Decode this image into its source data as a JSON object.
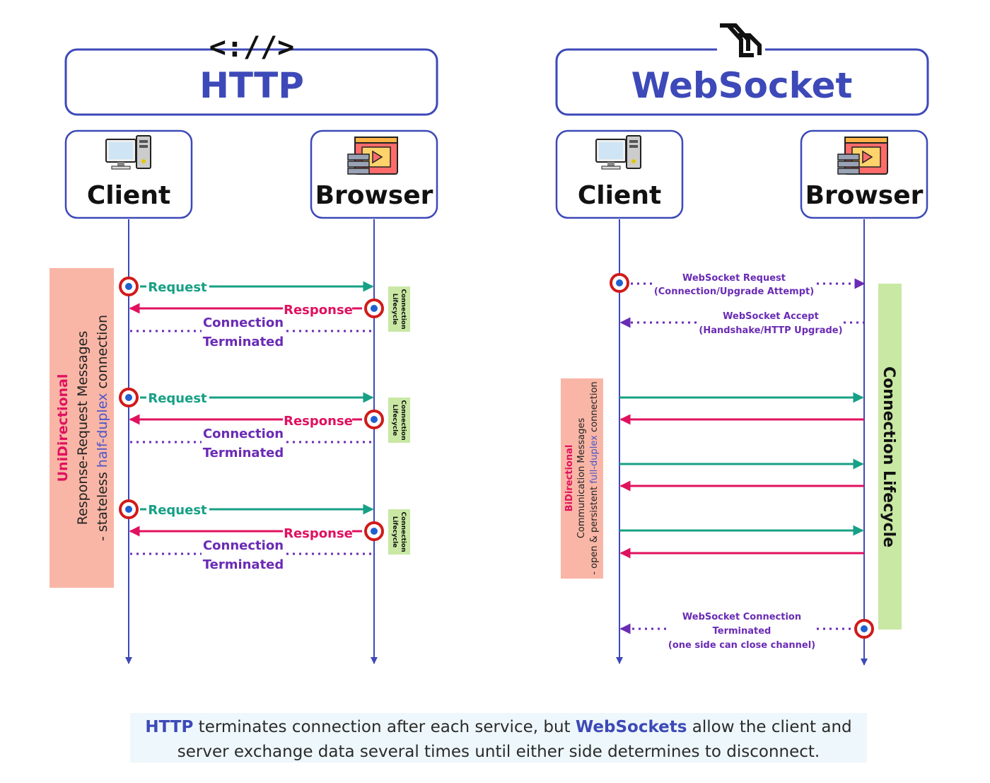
{
  "http": {
    "title": "HTTP",
    "logo_glyph": "<://>",
    "client_label": "Client",
    "browser_label": "Browser",
    "request_label": "Request",
    "response_label": "Response",
    "terminated_line1": "Connection",
    "terminated_line2": "Terminated",
    "lifecycle_line1": "Connection",
    "lifecycle_line2": "Lifecycle",
    "side_title": "UniDirectional",
    "side_line2": "Response-Request Messages",
    "side_line3_prefix": "-  stateless ",
    "side_line3_highlight": "half-duplex",
    "side_line3_suffix": " connection"
  },
  "websocket": {
    "title": "WebSocket",
    "client_label": "Client",
    "browser_label": "Browser",
    "request_line1": "WebSocket Request",
    "request_line2": "(Connection/Upgrade Attempt)",
    "accept_line1": "WebSocket Accept",
    "accept_line2": "(Handshake/HTTP Upgrade)",
    "term_line1": "WebSocket Connection",
    "term_line2": "Terminated",
    "term_line3": "(one side can close channel)",
    "lifecycle_label": "Connection Lifecycle",
    "side_title": "BiDirectional",
    "side_line2": "Communication Messages",
    "side_line3_prefix": "- open & persistent ",
    "side_line3_highlight": "full-duplex",
    "side_line3_suffix": " connection"
  },
  "caption": {
    "http_word": "HTTP",
    "part1": " terminates connection after each service, but ",
    "ws_word": "WebSockets",
    "part2": " allow the client and server exchange data several times until either side determines to disconnect."
  },
  "colors": {
    "box_border": "#3d49b8",
    "title": "#3d49b8",
    "request": "#16a085",
    "response": "#e0115f",
    "dotted": "#6a2bb5",
    "lifecycle_bg": "#c9e8a4",
    "side_bg": "#f9b6a6",
    "marker_ring": "#d11a1a",
    "marker_dot": "#1f5fd0"
  },
  "icons": {
    "http_logo": "code-brackets-icon",
    "ws_logo": "websocket-logo-icon",
    "client": "desktop-computer-icon",
    "browser": "browser-server-icon",
    "marker": "event-marker-icon"
  }
}
